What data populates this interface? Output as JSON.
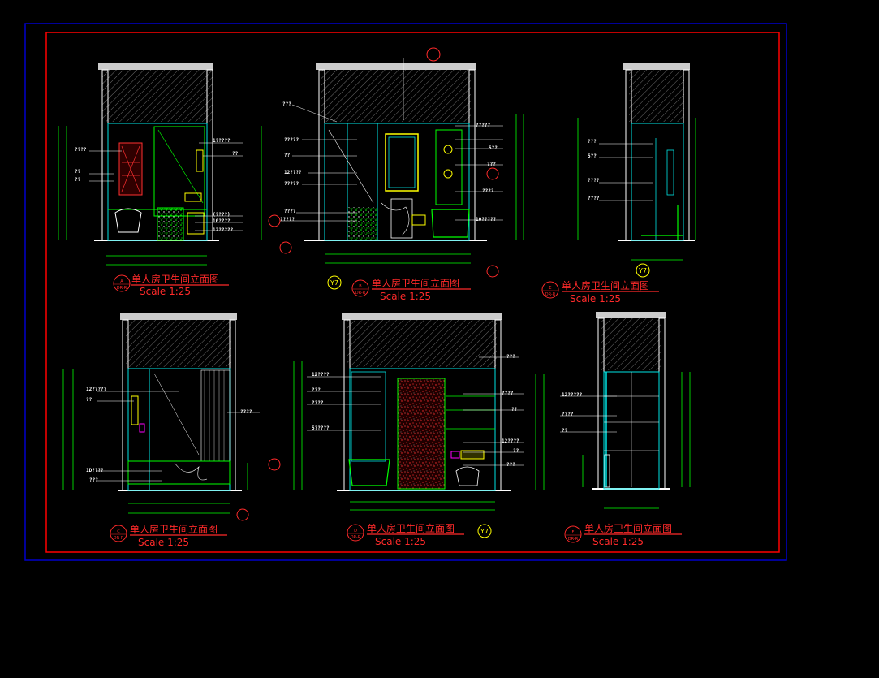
{
  "colors": {
    "background": "#000000",
    "outer_frame": "#0000cc",
    "inner_frame": "#ff0000",
    "wall": "#ffffff",
    "green": "#00ff00",
    "cyan": "#00e5e5",
    "yellow": "#ffff00",
    "red": "#ff2020",
    "magenta": "#ff00ff"
  },
  "drawing": {
    "views": [
      {
        "id": "A",
        "title": "单人房卫生间立面图",
        "scale": "Scale 1:25",
        "bubble": {
          "letter": "A",
          "sub": "DR-R"
        },
        "labels": [
          "????",
          "??",
          "??",
          "1?????",
          "??",
          "(????)",
          "10????",
          "12?????"
        ]
      },
      {
        "id": "B",
        "title": "单人房卫生间立面图",
        "scale": "Scale 1:25",
        "bubble": {
          "letter": "B",
          "sub": "DR-R"
        },
        "labels": [
          "???",
          "?????",
          "??",
          "12????",
          "?????",
          "????",
          "?????",
          "?????",
          "5??",
          "???",
          "????",
          "10?????"
        ]
      },
      {
        "id": "E",
        "title": "单人房卫生间立面图",
        "scale": "Scale 1:25",
        "bubble": {
          "letter": "E",
          "sub": "DR-R"
        },
        "labels": [
          "???",
          "5??",
          "????",
          "????"
        ]
      },
      {
        "id": "C",
        "title": "单人房卫生间立面图",
        "scale": "Scale 1:25",
        "bubble": {
          "letter": "C",
          "sub": "DR-R"
        },
        "labels": [
          "12?????",
          "??",
          "????",
          "1D????",
          "???"
        ]
      },
      {
        "id": "D",
        "title": "单人房卫生间立面图",
        "scale": "Scale 1:25",
        "bubble": {
          "letter": "D",
          "sub": "DR-R"
        },
        "labels": [
          "12????",
          "???",
          "????",
          "5?????",
          "???",
          "????",
          "??",
          "12????",
          "??",
          "???"
        ]
      },
      {
        "id": "F",
        "title": "单人房卫生间立面图",
        "scale": "Scale 1:25",
        "bubble": {
          "letter": "F",
          "sub": "DR-R"
        },
        "labels": [
          "12?????",
          "????",
          "??"
        ]
      }
    ],
    "markers": {
      "y7": "Y7"
    }
  }
}
